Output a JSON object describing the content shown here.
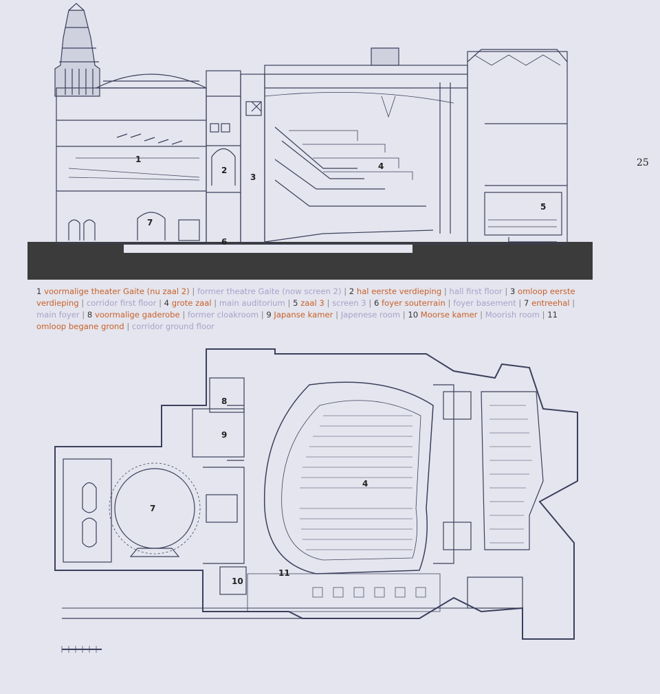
{
  "page_number": "25",
  "section_labels": {
    "n1": "1",
    "n2": "2",
    "n3": "3",
    "n4": "4",
    "n5": "5",
    "n6": "6",
    "n7": "7"
  },
  "plan_labels": {
    "n4": "4",
    "n7": "7",
    "n8": "8",
    "n9": "9",
    "n10": "10",
    "n11": "11"
  },
  "legend": [
    {
      "num": "1",
      "nl": "voormalige theater Gaite (nu zaal 2)",
      "en": "former theatre Gaite (now screen 2)"
    },
    {
      "num": "2",
      "nl": "hal eerste verdieping",
      "en": "hall first floor"
    },
    {
      "num": "3",
      "nl": "omloop eerste verdieping",
      "en": "corridor first floor"
    },
    {
      "num": "4",
      "nl": "grote zaal",
      "en": "main auditorium"
    },
    {
      "num": "5",
      "nl": "zaal 3",
      "en": "screen 3"
    },
    {
      "num": "6",
      "nl": "foyer souterrain",
      "en": "foyer basement"
    },
    {
      "num": "7",
      "nl": "entreehal",
      "en": "main foyer"
    },
    {
      "num": "8",
      "nl": "voormalige gaderobe",
      "en": "former cloakroom"
    },
    {
      "num": "9",
      "nl": "Japanse kamer",
      "en": "Japenese room"
    },
    {
      "num": "10",
      "nl": "Moorse kamer",
      "en": "Moorish room"
    },
    {
      "num": "11",
      "nl": "omloop begane grond",
      "en": "corridor ground floor"
    }
  ],
  "separator": "|",
  "colors": {
    "dutch_text": "#c8602a",
    "english_text": "#a7a2cb",
    "linework": "#3a3f5c",
    "ground": "#3b3b3b",
    "page": "#e4e5ee"
  }
}
